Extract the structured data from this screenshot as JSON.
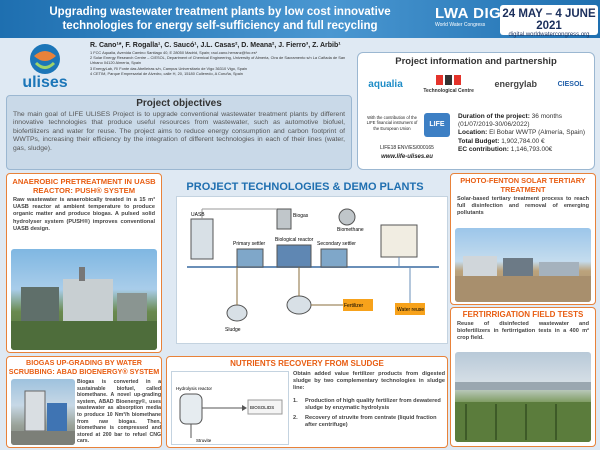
{
  "header": {
    "title_line1": "Upgrading wastewater treatment plants by low cost innovative",
    "title_line2": "technologies for energy self-sufficiency and full recycling",
    "event_logo": "LWA DIGITAL",
    "event_logo_sub": "World Water Congress",
    "dates": "24 MAY – 4 JUNE 2021",
    "event_url": "digital.worldwatercongress.org",
    "accent_color": "#1e6fb0"
  },
  "project_logo": "ulises",
  "authors": {
    "names": "R. Cano¹*, F. Rogalla¹, C. Saucó¹, J.L. Casas², D. Meana², J. Fierro³, Z. Arbib¹",
    "affiliations": [
      "1 FCC Aqualia, Avenida Camino Santiago 40, E 28050 Madrid, Spain; raul.cano.herranz@fcc.es*",
      "2 Solar Energy Research Centre – CIESOL, Department of Chemical Engineering, University of Almeria, Ctra de Sacramento s/n La Cañada de San Urbano 04120 Almería, Spain",
      "3 EnergyLab, R/ Fonte das Abelleiras s/n, Campus Universitario de Vigo 36310 Vigo, Spain",
      "4 CETIM, Parque Empresarial de Alvedro, calle H, 20, 15180 Culleredo, A Coruña, Spain"
    ]
  },
  "objectives": {
    "title": "Project objectives",
    "text": "The main goal of LIFE ULISES Project is to upgrade conventional wastewater treatment plants by different innovative technologies that produce useful resources from wastewater, such as automotive biofuel, biofertilizers and water for reuse. The project aims to reduce energy consumption and carbon footprint of WWTPs, increasing their efficiency by the integration of different technologies in each of their lines (water, gas, sludge)."
  },
  "partnership": {
    "title": "Project information and partnership",
    "partner_logos": [
      "aqualia",
      "Technological Centre",
      "energylab",
      "CIESOL"
    ],
    "contribution_text": "With the contribution of the LIFE financial instrument of the European Union",
    "life_logo": "LIFE",
    "life_code": "LIFE18 ENV/ES/000165",
    "life_url": "www.life-ulises.eu",
    "duration_label": "Duration of the project:",
    "duration_value": "36 months",
    "duration_dates": "(01/07/2019-30/06/2022)",
    "location_label": "Location:",
    "location_value": "El Bobar WWTP (Almería, Spain)",
    "budget_label": "Total Budget:",
    "budget_value": "1,902,784.00 €",
    "ec_label": "EC contribution:",
    "ec_value": "1,146,793.00€"
  },
  "anaerobic": {
    "title": "ANAEROBIC PRETREATMENT IN UASB REACTOR: PUSH® SYSTEM",
    "text": "Raw wastewater is anaerobically treated in a 15 m³ UASB reactor at ambient temperature to produce organic matter and produce biogas. A pulsed solid hydrolyser system (PUSH®) improves conventional UASB design."
  },
  "center": {
    "title": "PROJECT TECHNOLOGIES & DEMO PLANTS",
    "diagram_labels": {
      "uasb": "UASB",
      "biogas": "Biogas",
      "primary": "Primary settler",
      "biological": "Biological reactor",
      "secondary": "Secondary settler",
      "sludge": "Sludge",
      "biomethane": "Biomethane",
      "fertilizer": "Fertilizer",
      "reuse": "Water reuse"
    }
  },
  "photo_fenton": {
    "title": "PHOTO-FENTON SOLAR TERTIARY TREATMENT",
    "text": "Solar-based tertiary treatment process to reach full disinfection and removal of emerging pollutants"
  },
  "fertirrigation": {
    "title": "FERTIRRIGATION FIELD TESTS",
    "text": "Reuse of disinfected wastewater and biofertilizers in fertirrigation tests in a 400 m² crop field."
  },
  "biogas": {
    "title": "BIOGAS UP-GRADING BY WATER SCRUBBING: ABAD BIOENERGY® SYSTEM",
    "text": "Biogas is converted in a sustainable biofuel, called biomethane. A novel up-grading system, ABAD Bioenergy®, uses wastewater as absorption media to produce 10 Nm³/h biomethane from raw biogas. Then, biomethane is compressed and stored at 200 bar to refuel CNG cars."
  },
  "nutrients": {
    "title": "NUTRIENTS RECOVERY FROM SLUDGE",
    "intro": "Obtain added value fertilizer products from digested sludge by two complementary technologies in sludge line:",
    "items": [
      {
        "num": "1.",
        "text": "Production of high quality fertilizer from dewatered sludge by enzymatic hydrolysis"
      },
      {
        "num": "2.",
        "text": "Recovery of struvite from centrate (liquid fraction after centrifuge)"
      }
    ],
    "diagram_labels": {
      "hydrolysis": "Hydrolysis reactor",
      "biosolids": "BIOSOLIDS",
      "struvite": "Struvite"
    }
  }
}
